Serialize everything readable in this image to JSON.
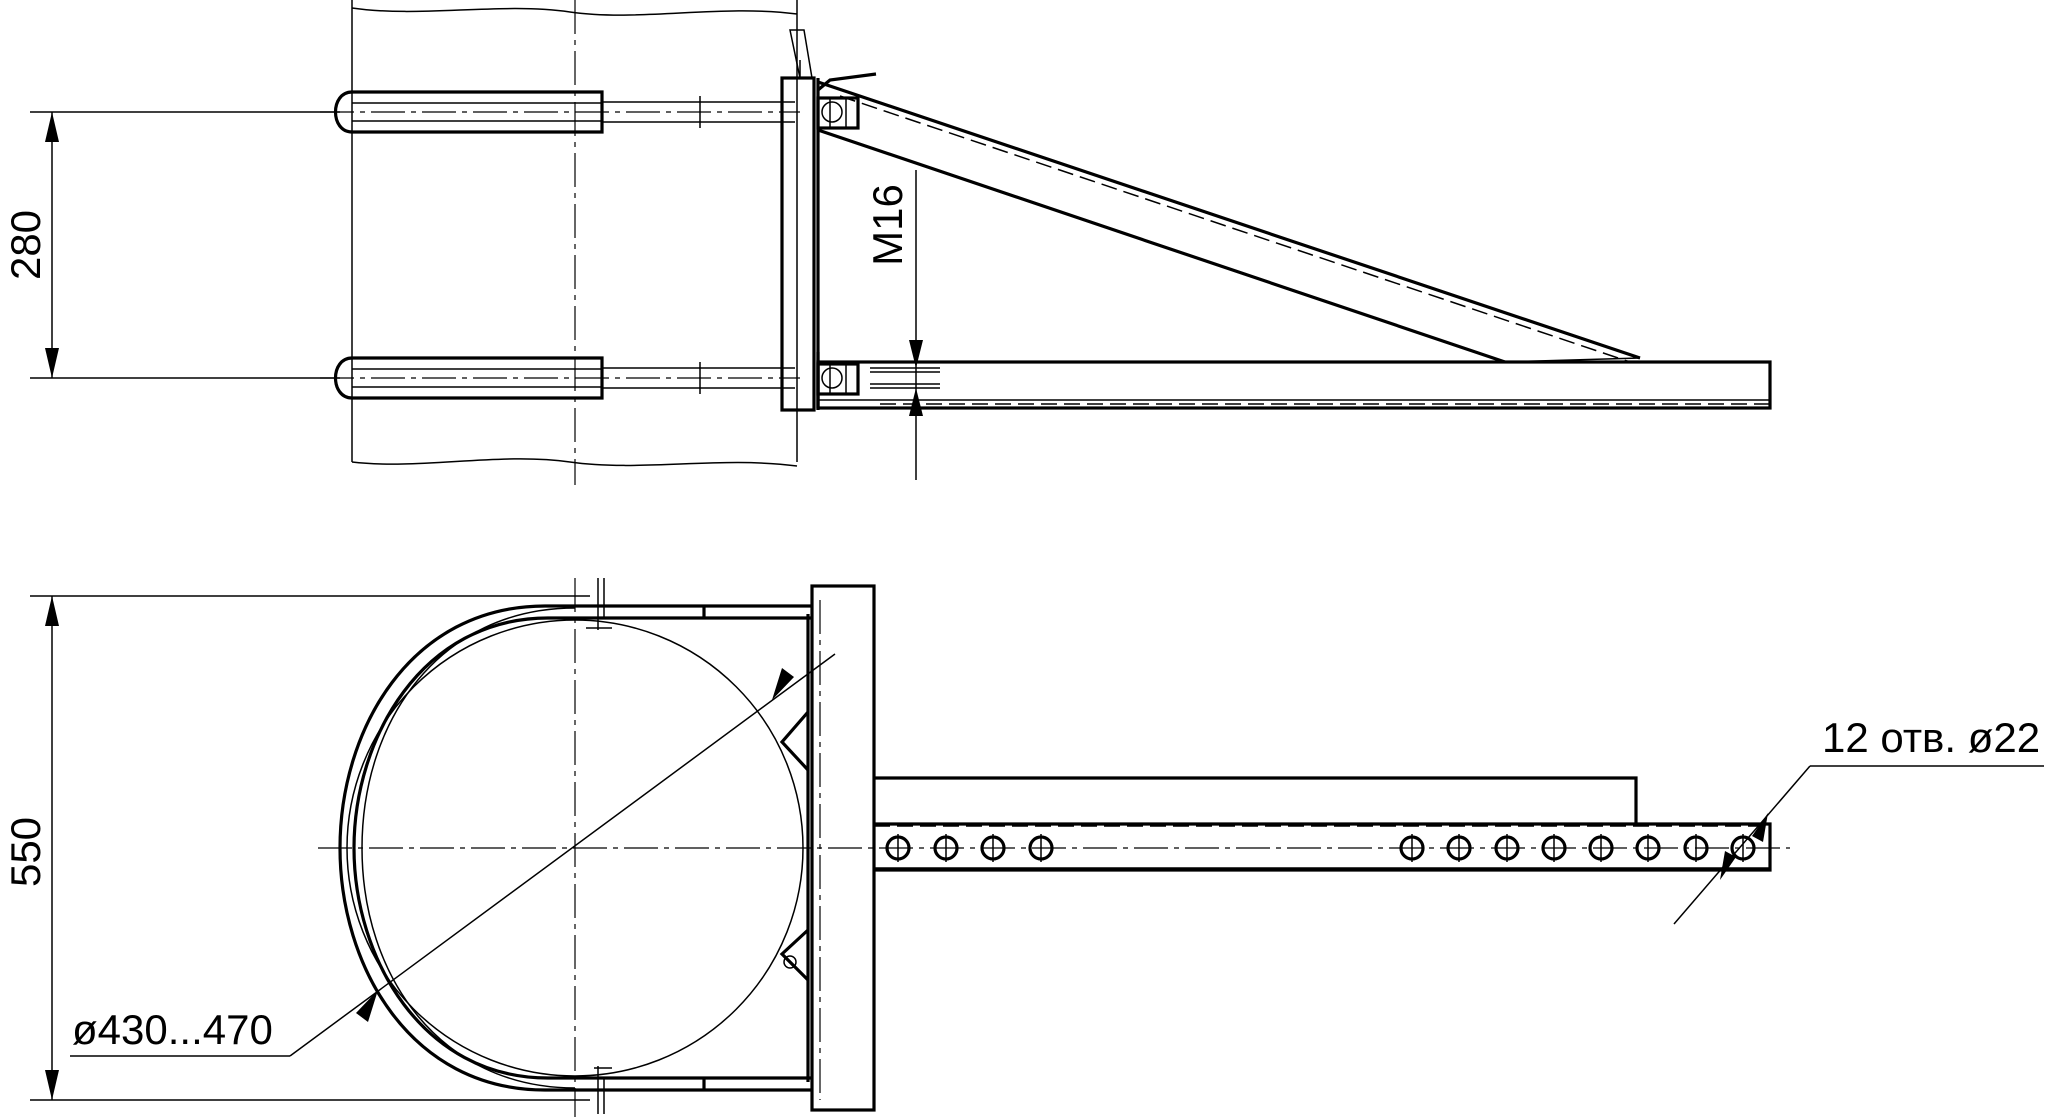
{
  "dimensions": {
    "top_spacing": "280",
    "bolt_thread": "M16",
    "total_width": "550",
    "pipe_diameter": "ø430...470",
    "holes_note": "12 отв. ø22"
  },
  "colors": {
    "line": "#000000",
    "background": "#ffffff"
  }
}
